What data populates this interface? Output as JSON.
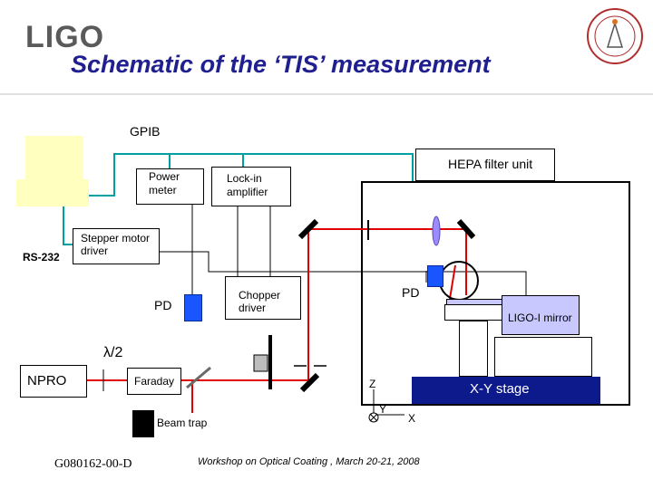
{
  "header": {
    "logo": "LIGO",
    "title": "Schematic of the ‘TIS’ measurement"
  },
  "labels": {
    "gpib": "GPIB",
    "hepa": "HEPA filter unit",
    "power_meter_1": "Power",
    "power_meter_2": "meter",
    "lockin_1": "Lock-in",
    "lockin_2": "amplifier",
    "rs232": "RS-232",
    "stepper_1": "Stepper motor",
    "stepper_2": "driver",
    "pd_left": "PD",
    "pd_right": "PD",
    "chopper_1": "Chopper",
    "chopper_2": "driver",
    "ligo_mirror": "LIGO-I mirror",
    "lambda2": "λ/2",
    "npro": "NPRO",
    "faraday": "Faraday",
    "xy_stage": "X-Y stage",
    "beam_trap": "Beam trap",
    "axis_z": "Z",
    "axis_y": "Y",
    "axis_x": "X"
  },
  "footer": {
    "doc_id": "G080162-00-D",
    "workshop": "Workshop on Optical Coating , March 20-21, 2008"
  },
  "colors": {
    "beam": "#e00000",
    "cable": "#00a0a0",
    "detector": "#1a56ff",
    "stage": "#0d1a8c",
    "mirror_fill": "#c8c8ff",
    "computer": "#ffffc0",
    "title": "#1f1f8f"
  }
}
